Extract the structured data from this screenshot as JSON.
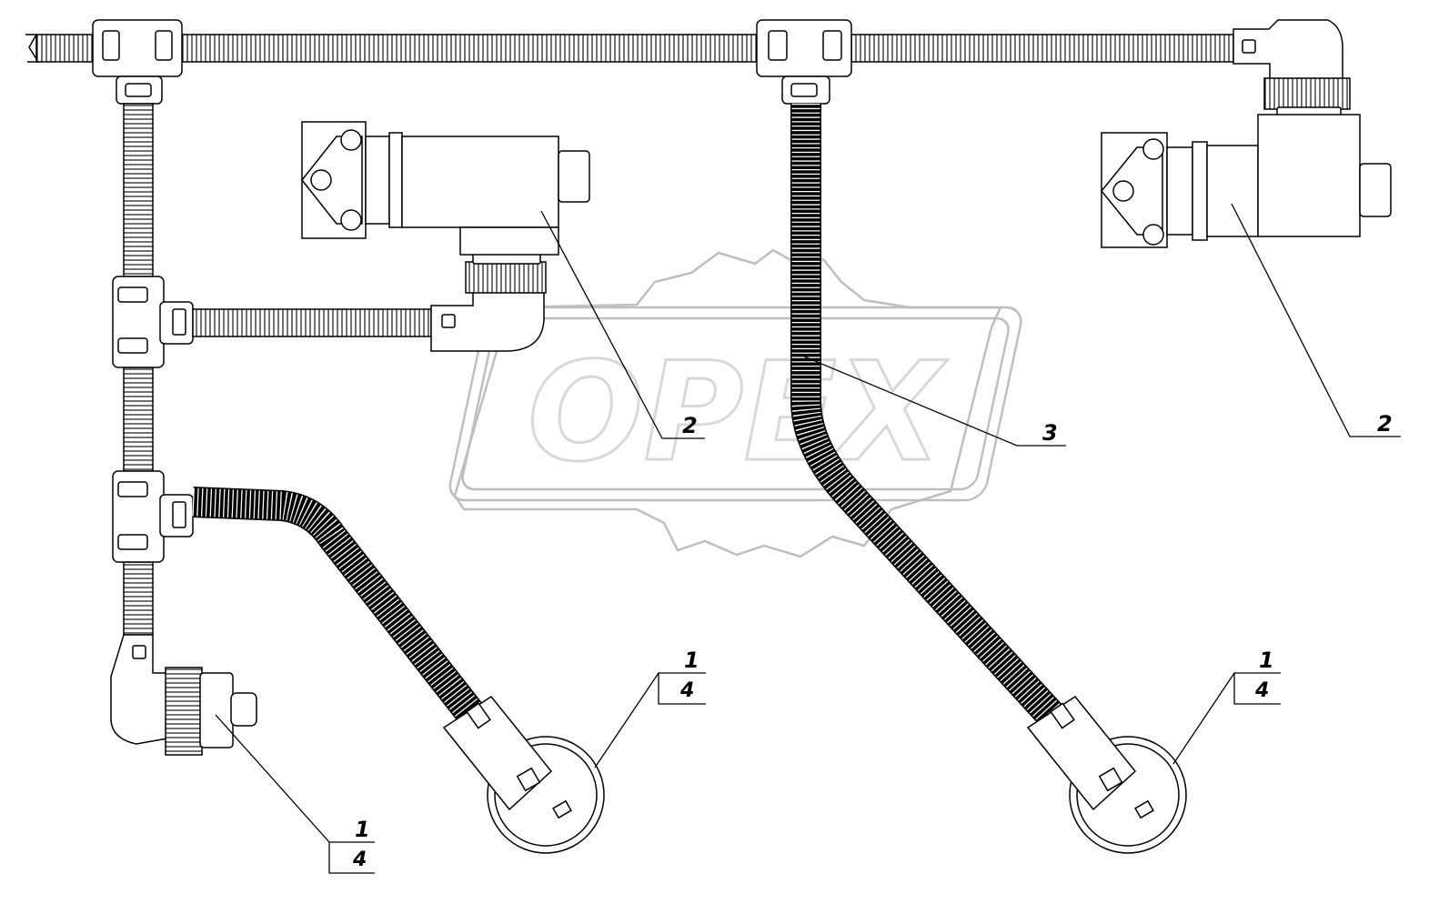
{
  "watermark": {
    "text": "OPEX",
    "stroke": "#9a9a9a"
  },
  "callouts": [
    {
      "id": "c2-left",
      "label": "2",
      "sub": ""
    },
    {
      "id": "c3",
      "label": "3",
      "sub": ""
    },
    {
      "id": "c2-right",
      "label": "2",
      "sub": ""
    },
    {
      "id": "c1-mid",
      "label": "1",
      "sub": "4"
    },
    {
      "id": "c1-right",
      "label": "1",
      "sub": "4"
    },
    {
      "id": "c1-bottom",
      "label": "1",
      "sub": "4"
    }
  ],
  "colors": {
    "line": "#000000",
    "background": "#ffffff"
  },
  "icons": [
    "gear-watermark-icon",
    "solenoid-connector-icon",
    "ring-terminal-icon",
    "angled-connector-icon"
  ]
}
